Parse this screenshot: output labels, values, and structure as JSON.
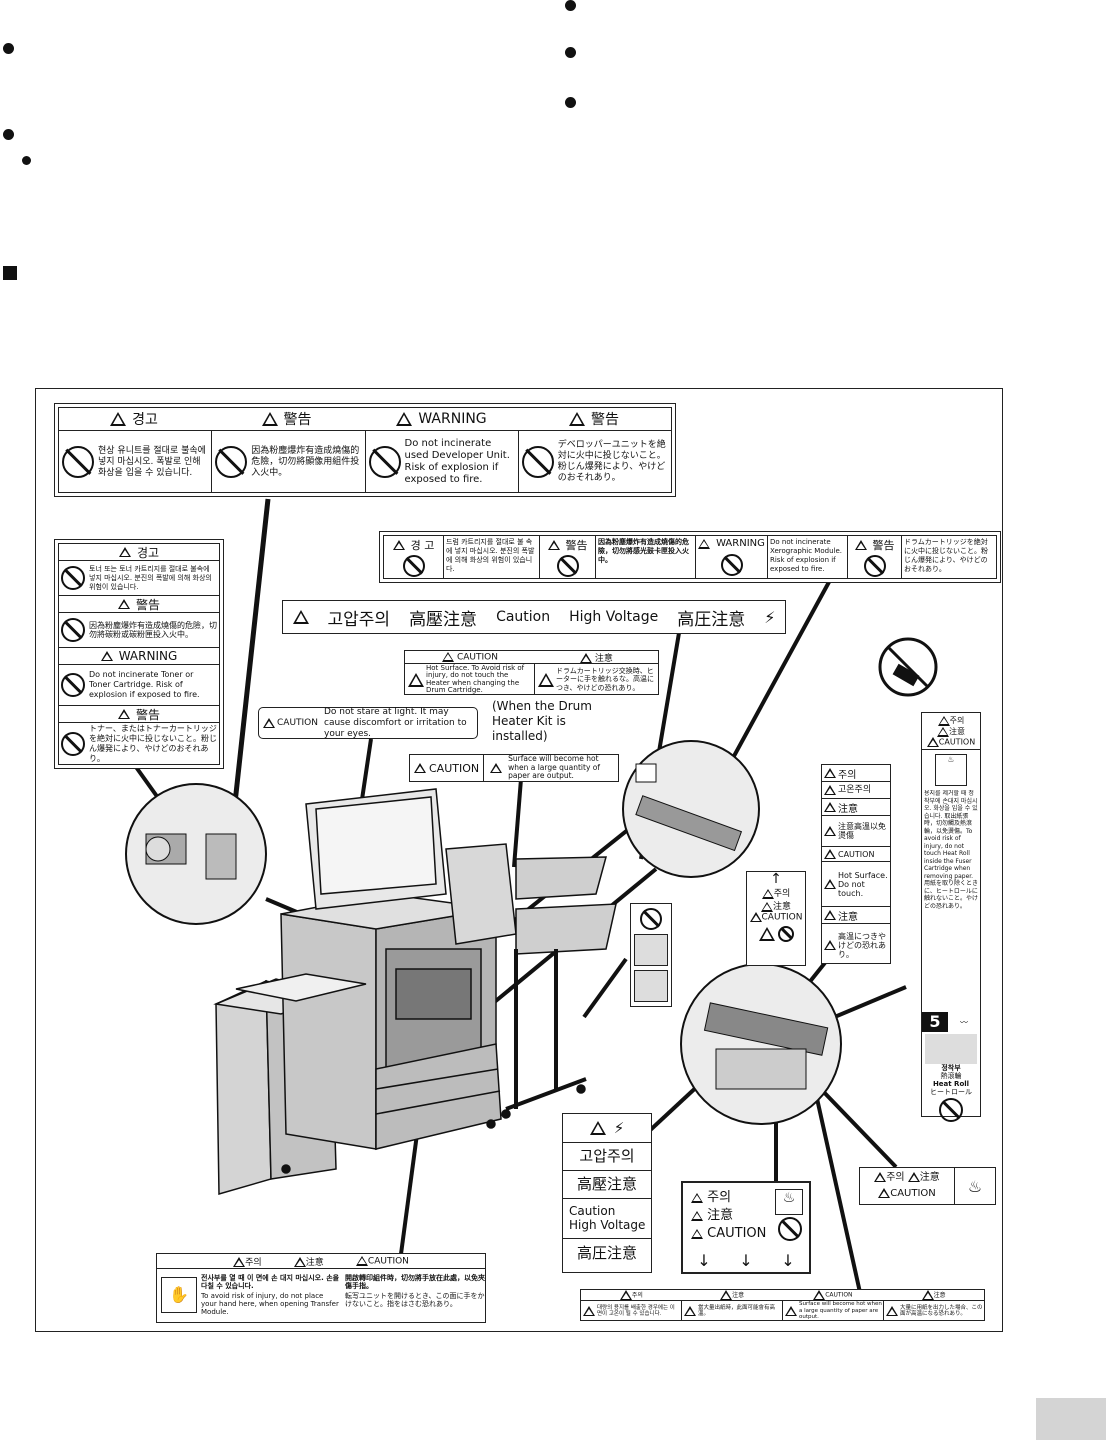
{
  "figure": {
    "label_korean_warning_header": "경고",
    "label_chinese_warning_header": "警告",
    "label_english_warning_header": "WARNING",
    "label_japanese_warning_header": "警告",
    "dev_unit_korean": "현상 유니트를 절대로 불속에 넣지 마십시오. 폭발로 인해 화상을 입을 수 있습니다.",
    "dev_unit_chinese": "因為粉塵爆炸有造成燒傷的危險，切勿將顯像用組件投入火中。",
    "dev_unit_english": "Do not incinerate used Developer Unit. Risk of explosion if exposed to fire.",
    "dev_unit_japanese": "デベロッパーユニットを絶対に火中に投じないこと。粉じん爆発により、やけどのおそれあり。",
    "toner_korean_header": "경고",
    "toner_korean": "토너 또는 토너 카트리지를 절대로 불속에 넣지 마십시오. 분진의 폭발에 의해 화상의 위험이 있습니다.",
    "toner_chinese_header": "警告",
    "toner_chinese": "因為粉塵爆炸有造成燒傷的危險，切勿將碳粉或碳粉匣投入火中。",
    "toner_english_header": "WARNING",
    "toner_english": "Do not incinerate Toner or Toner Cartridge. Risk of explosion if exposed to fire.",
    "toner_japanese_header": "警告",
    "toner_japanese": "トナー、またはトナーカートリッジを絶対に火中に投じないこと。粉じん爆発により、やけどのおそれあり。",
    "drum_korean_header": "경 고",
    "drum_korean": "드럼 카트리지를 절대로 불 속에 넣지 마십시오. 분진의 폭발에 의해 화상의 위험이 있습니다.",
    "drum_chinese_header": "警告",
    "drum_chinese": "因為粉塵爆炸有造成燒傷的危險，切勿將感光鼓卡匣投入火中。",
    "drum_english_header": "WARNING",
    "drum_english": "Do not incinerate Xerographic Module. Risk of explosion if exposed to fire.",
    "drum_japanese_header": "警告",
    "drum_japanese": "ドラムカートリッジを絶対に火中に投じないこと。粉じん爆発により、やけどのおそれあり。",
    "hv_korean": "고압주의",
    "hv_chinese": "高壓注意",
    "hv_english_1": "Caution",
    "hv_english_2": "High Voltage",
    "hv_japanese": "高圧注意",
    "heater_caution_header": "CAUTION",
    "heater_caution_jp_header": "注意",
    "heater_caution_en": "Hot Surface. To Avoid risk of injury, do not touch the Heater when changing the Drum Cartridge.",
    "heater_caution_jp": "ドラムカートリッジ交換時、ヒーターに手を触れるな。高温につき、やけどの恐れあり。",
    "drum_heater_note": "(When the Drum Heater Kit is installed)",
    "light_caution_header": "CAUTION",
    "light_caution_text": "Do not stare at light. It may cause discomfort or irritation to your eyes.",
    "surface_caution_header": "CAUTION",
    "surface_caution_text": "Surface will become hot when a large quantity of paper are output.",
    "fuser_col_korean": "주의",
    "fuser_col_ko_text": "고온주의",
    "fuser_col_chinese": "注意",
    "fuser_col_zh_text": "注意高溫以免燙傷",
    "fuser_col_caution": "CAUTION",
    "fuser_col_en_text": "Hot Surface. Do not touch.",
    "fuser_col_jp": "注意",
    "fuser_col_jp_text": "高温につきやけどの恐れあり。",
    "right_strip_korean": "주의",
    "right_strip_chinese": "注意",
    "right_strip_caution": "CAUTION",
    "right_strip_text": "용지를 제거할 때 정착부에 손대지 마십시오. 화상을 입을 수 있습니다. 取出紙張時，切勿觸及熱滾輪，以免燙傷。To avoid risk of injury, do not touch Heat Roll inside the Fuser Cartridge when removing paper. 用紙を取り除くときに、ヒートロールに触れないこと。やけどの恐れあり。",
    "right_strip_number": "5",
    "right_strip_korean_2": "정착부",
    "right_strip_chinese_2": "熱滾輪",
    "right_strip_english_2": "Heat Roll",
    "right_strip_japanese_2": "ヒートロール",
    "small_tag_korean": "주의",
    "small_tag_chinese": "注意",
    "small_tag_caution": "CAUTION",
    "hv2_korean": "고압주의",
    "hv2_chinese": "高壓注意",
    "hv2_english_1": "Caution",
    "hv2_english_2": "High Voltage",
    "hv2_japanese": "高圧注意",
    "fuser_big_korean": "주의",
    "fuser_big_chinese": "注意",
    "fuser_big_caution": "CAUTION",
    "heat_tag_korean": "주의",
    "heat_tag_chinese": "注意",
    "heat_tag_caution": "CAUTION",
    "transfer_korean_header": "주의",
    "transfer_chinese_header": "注意",
    "transfer_caution_header": "CAUTION",
    "transfer_korean": "전사부를 열 때 이 면에 손 대지 마십시오. 손을 다칠 수 있습니다.",
    "transfer_chinese": "開啟轉印組件時，切勿將手放在此處，以免夾傷手指。",
    "transfer_english": "To avoid risk of injury, do not place your hand here, when opening Transfer Module.",
    "transfer_japanese": "転写ユニットを開けるとき、この面に手をかけないこと。指をはさむ恐れあり。",
    "output_korean_header": "주의",
    "output_chinese_header": "注意",
    "output_caution_header": "CAUTION",
    "output_japanese_header": "注意",
    "output_korean": "대량의 용지를 배출한 경우에는 이 면이 고온이 될 수 있습니다.",
    "output_chinese": "當大量出紙時，此面可能會有高溫。",
    "output_english": "Surface will become hot when a large quantity of paper are output.",
    "output_japanese": "大量に用紙を出力した場合、この面が高温になる恐れあり。"
  }
}
